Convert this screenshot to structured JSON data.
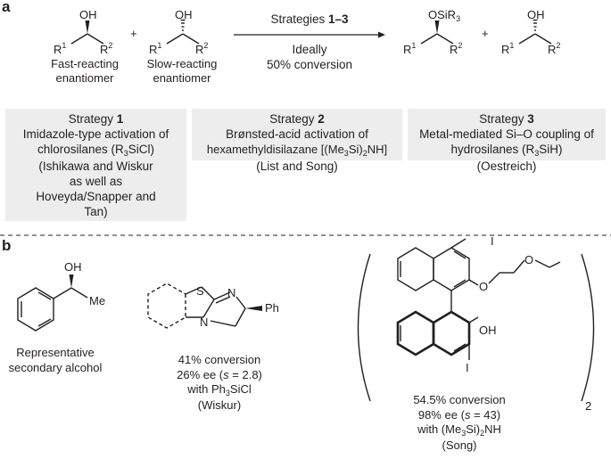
{
  "panels": {
    "a": "a",
    "b": "b"
  },
  "scheme_a": {
    "arrow_top_prefix": "Strategies ",
    "arrow_top_bold": "1–3",
    "arrow_bottom_1": "Ideally",
    "arrow_bottom_2": "50% conversion",
    "plus": "+",
    "fast_label_1": "Fast-reacting",
    "fast_label_2": "enantiomer",
    "slow_label_1": "Slow-reacting",
    "slow_label_2": "enantiomer",
    "atoms": {
      "oh": "OH",
      "osi": "OSiR",
      "r": "R",
      "one": "1",
      "two": "2",
      "three": "3"
    }
  },
  "strategies": [
    {
      "head": "Strategy ",
      "num": "1",
      "line1": "Imidazole-type activation of",
      "line2a": "chlorosilanes (R",
      "line2sub": "3",
      "line2b": "SiCl)",
      "line3": "(Ishikawa and Wiskur",
      "line4": "as well as",
      "line5": "Hoveyda/Snapper and",
      "line6": "Tan)"
    },
    {
      "head": "Strategy ",
      "num": "2",
      "line1": "Brønsted-acid activation of",
      "line2a": "hexamethyldisilazane [(Me",
      "line2sub1": "3",
      "line2b": "Si)",
      "line2sub2": "2",
      "line2c": "NH]",
      "line3": "(List and Song)"
    },
    {
      "head": "Strategy ",
      "num": "3",
      "line1": "Metal-mediated Si–O coupling of",
      "line2a": "hydrosilanes (R",
      "line2sub": "3",
      "line2b": "SiH)",
      "line3": "(Oestreich)"
    }
  ],
  "scheme_b": {
    "alcohol": {
      "oh": "OH",
      "me": "Me",
      "cap1": "Representative",
      "cap2": "secondary alcohol"
    },
    "catalyst": {
      "s": "S",
      "n1": "N",
      "n2": "N",
      "ph": "Ph",
      "cap1": "41% conversion",
      "cap2a": "26% ee (",
      "cap2s": "s",
      "cap2b": " = 2.8)",
      "cap3a": "with Ph",
      "cap3sub": "3",
      "cap3b": "SiCl",
      "cap4": "(Wiskur)"
    },
    "binol": {
      "i_top": "I",
      "i_bot": "I",
      "o1": "O",
      "o2": "O",
      "oh": "OH",
      "subscript": "2",
      "cap1": "54.5% conversion",
      "cap2a": "98% ee (",
      "cap2s": "s",
      "cap2b": " = 43)",
      "cap3a": "with (Me",
      "cap3sub1": "3",
      "cap3b": "Si)",
      "cap3sub2": "2",
      "cap3c": "NH",
      "cap4": "(Song)"
    }
  }
}
